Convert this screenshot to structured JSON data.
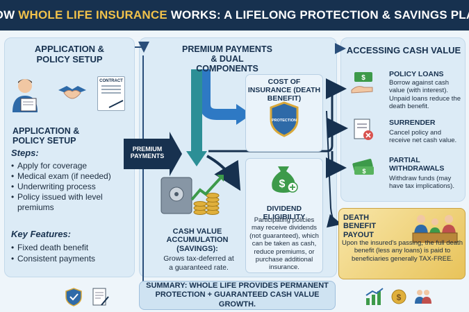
{
  "header": {
    "title_a": "HOW ",
    "title_hl": "WHOLE LIFE INSURANCE",
    "title_b": " WORKS: A LIFELONG PROTECTION & SAVINGS PLAN"
  },
  "left": {
    "section_title": "APPLICATION & POLICY SETUP",
    "contract_label": "CONTRACT",
    "sub_title": "APPLICATION & POLICY SETUP",
    "steps_label": "Steps:",
    "steps": [
      "Apply for coverage",
      "Medical exam (if needed)",
      "Underwriting process",
      "Policy issued with level premiums"
    ],
    "features_label": "Key Features:",
    "features": [
      "Fixed death benefit",
      "Consistent payments"
    ]
  },
  "middle": {
    "section_title": "PREMIUM PAYMENTS & DUAL COMPONENTS",
    "arrow_label": "PREMIUM PAYMENTS",
    "coi_title": "COST OF INSURANCE (DEATH BENEFIT)",
    "shield_label": "PROTECTION",
    "cash_title": "CASH VALUE ACCUMULATION (SAVINGS):",
    "cash_text": "Grows tax-deferred at a guaranteed rate.",
    "div_title": "DIVIDEND ELIGIBILITY",
    "div_text": "Participating policies may receive dividends (not guaranteed), which can be taken as cash, reduce premiums, or purchase additional insurance."
  },
  "right": {
    "section_title": "ACCESSING CASH VALUE",
    "loans_title": "POLICY LOANS",
    "loans_text": "Borrow against cash value (with interest). Unpaid loans reduce the death benefit.",
    "surrender_title": "SURRENDER",
    "surrender_text": "Cancel policy and receive net cash value.",
    "partial_title": "PARTIAL WITHDRAWALS",
    "partial_text": "Withdraw funds (may have tax implications).",
    "death_title": "DEATH BENEFIT PAYOUT",
    "death_text": "Upon the insured's passing, the full death benefit (less any loans) is paid to beneficiaries generally TAX-FREE."
  },
  "summary": "SUMMARY: WHOLE LIFE PROVIDES PERMANENT PROTECTION + GUARANTEED CASH VALUE GROWTH.",
  "colors": {
    "navy": "#17314f",
    "gold": "#f1c24b",
    "teal": "#2c8f96",
    "green": "#3d9a4a",
    "panel": "#dcebf6"
  }
}
